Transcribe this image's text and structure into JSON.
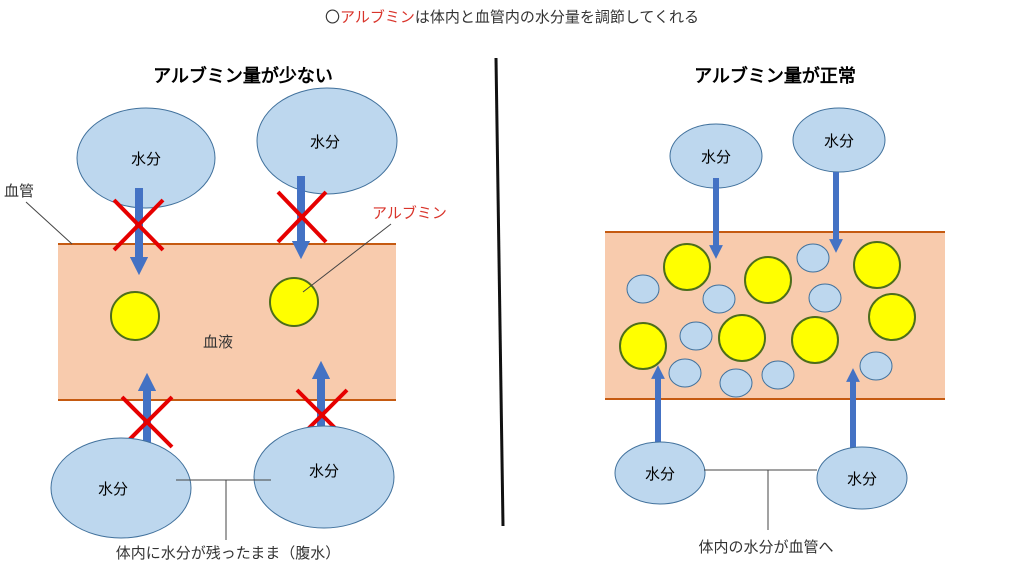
{
  "header": {
    "mark": "〇",
    "highlight": "アルブミン",
    "rest": "は体内と血管内の水分量を調節してくれる"
  },
  "left_panel": {
    "title": "アルブミン量が少ない",
    "vessel_label": "血管",
    "albumin_label": "アルブミン",
    "blood_label": "血液",
    "water_label": "水分",
    "caption": "体内に水分が残ったまま（腹水）"
  },
  "right_panel": {
    "title": "アルブミン量が正常",
    "water_label": "水分",
    "caption": "体内の水分が血管へ"
  },
  "colors": {
    "albumin_red": "#d9342b",
    "blood": "#f8cbad",
    "vessel_wall": "#c55a11",
    "water": "#bdd7ee",
    "water_stroke": "#41719c",
    "albumin_fill": "#ffff00",
    "albumin_stroke": "#4d6e1b",
    "arrow": "#4472c4",
    "cross": "#e60000"
  }
}
